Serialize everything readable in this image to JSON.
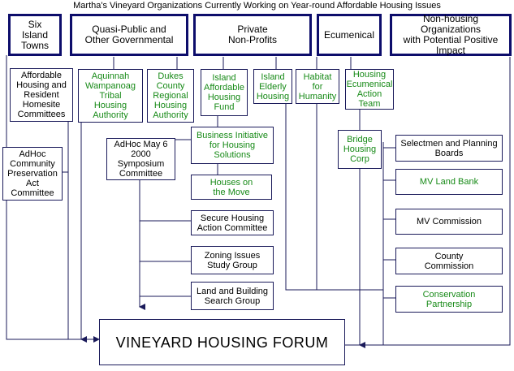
{
  "title": "Martha's Vineyard Organizations Currently Working on Year-round Affordable Housing Issues",
  "colors": {
    "border": "#1a1a5a",
    "line": "#1a1a5a",
    "green_text": "#178a17",
    "black_text": "#000000"
  },
  "headers": {
    "six_towns": "Six\nIsland\nTowns",
    "quasi_public": "Quasi-Public and\nOther Governmental",
    "private_nonprofits": "Private\nNon-Profits",
    "ecumenical": "Ecumenical",
    "non_housing": "Non-housing Organizations\nwith Potential Positive\nImpact"
  },
  "nodes": {
    "affordable_housing": "Affordable\nHousing and\nResident\nHomesite\nCommittees",
    "adhoc_cpa": "AdHoc\nCommunity\nPreservation\nAct\nCommittee",
    "aquinnah": "Aquinnah\nWampanoag\nTribal\nHousing\nAuthority",
    "dukes_county": "Dukes\nCounty\nRegional\nHousing\nAuthority",
    "iahf": "Island\nAffordable\nHousing\nFund",
    "island_elderly": "Island\nElderly\nHousing",
    "habitat": "Habitat\nfor\nHumanity",
    "housing_ecumenical": "Housing\nEcumenical\nAction\nTeam",
    "bridge_housing": "Bridge\nHousing\nCorp",
    "business_initiative": "Business Initiative\nfor Housing\nSolutions",
    "adhoc_symposium": "AdHoc May 6\n2000\nSymposium\nCommittee",
    "houses_move": "Houses on\nthe Move",
    "secure_housing": "Secure Housing\nAction Committee",
    "zoning": "Zoning Issues\nStudy Group",
    "land_building": "Land and Building\nSearch Group",
    "selectmen": "Selectmen and Planning\nBoards",
    "mv_land_bank": "MV Land Bank",
    "mv_commission": "MV Commission",
    "county_commission": "County\nCommission",
    "conservation": "Conservation\nPartnership",
    "forum": "VINEYARD HOUSING FORUM"
  }
}
